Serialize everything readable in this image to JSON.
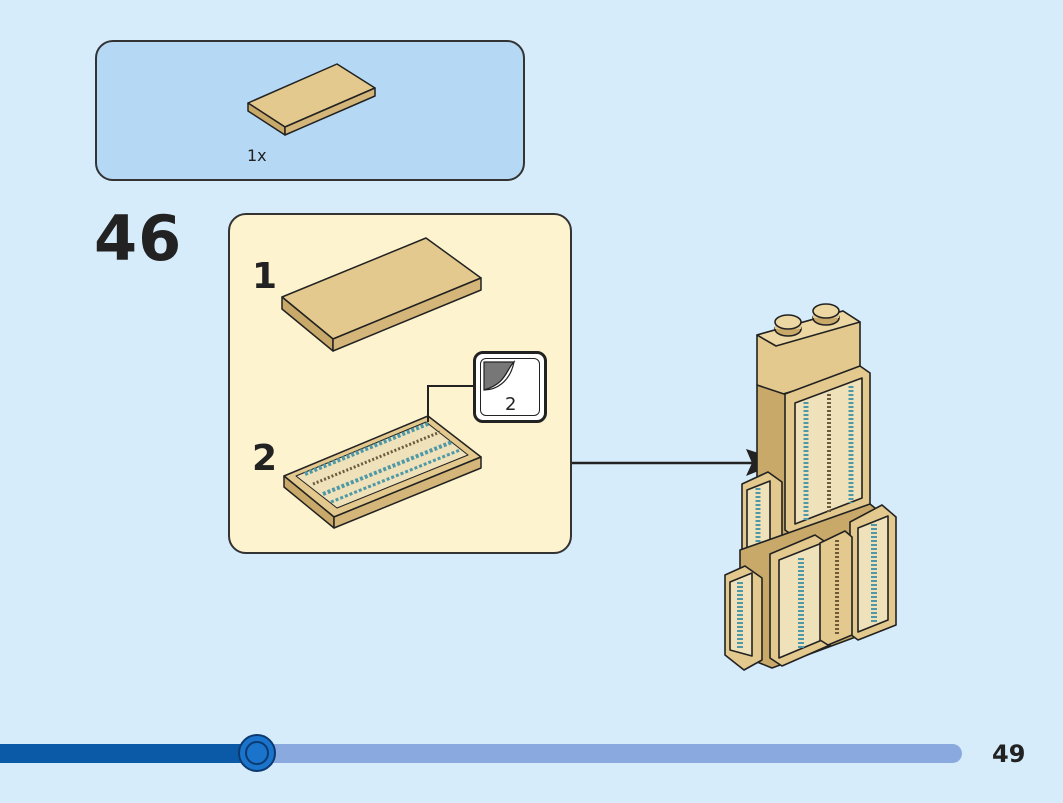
{
  "parts_panel": {
    "quantity": "1x"
  },
  "step": {
    "number": "46",
    "substeps": [
      "1",
      "2"
    ],
    "sticker_number": "2"
  },
  "footer": {
    "page_number": "49",
    "progress": 0.27
  },
  "colors": {
    "background": "#d6ecfa",
    "parts_panel": "#b5d9f5",
    "substep_panel": "#fdf3cf",
    "brick_tan": "#e3c98d",
    "progress_fill": "#0a5aa8",
    "progress_track": "#8aa9de"
  }
}
